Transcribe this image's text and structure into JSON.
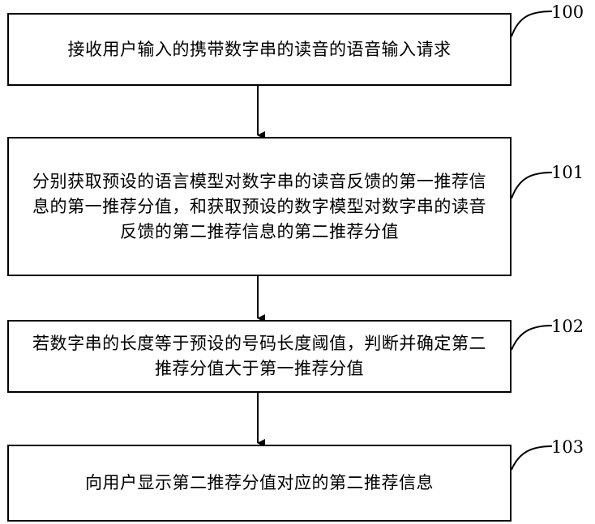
{
  "steps": [
    {
      "ref": "100",
      "text": "接收用户输入的携带数字串的读音的语音输入请求"
    },
    {
      "ref": "101",
      "text": "分别获取预设的语言模型对数字串的读音反馈的第一推荐信息的第一推荐分值，和获取预设的数字模型对数字串的读音反馈的第二推荐信息的第二推荐分值"
    },
    {
      "ref": "102",
      "text": "若数字串的长度等于预设的号码长度阈值，判断并确定第二推荐分值大于第一推荐分值"
    },
    {
      "ref": "103",
      "text": "向用户显示第二推荐分值对应的第二推荐信息"
    }
  ]
}
